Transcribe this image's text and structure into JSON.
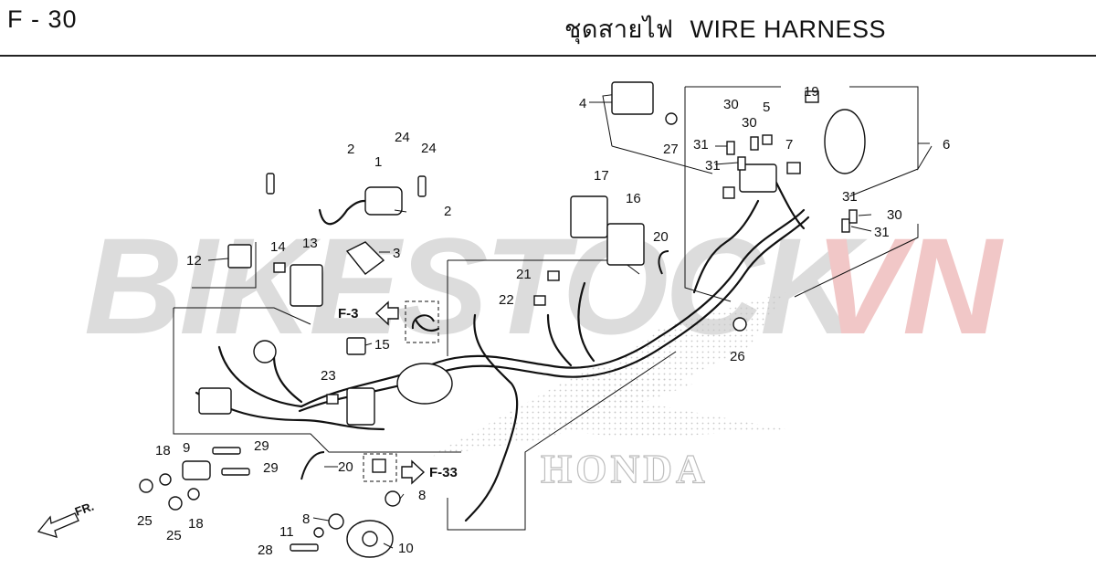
{
  "header": {
    "page_code": "F - 30",
    "title_thai": "ชุดสายไฟ",
    "title_en": "WIRE HARNESS"
  },
  "watermark": {
    "left": "BIKESTOCK",
    "right": "VN",
    "left_color": "#dcdcdc",
    "right_color": "#f1c7c7"
  },
  "brand_mark": "HONDA",
  "part_numbers": [
    "1",
    "2",
    "2",
    "3",
    "4",
    "5",
    "6",
    "7",
    "8",
    "8",
    "9",
    "10",
    "11",
    "12",
    "13",
    "14",
    "15",
    "16",
    "17",
    "18",
    "18",
    "19",
    "20",
    "20",
    "21",
    "22",
    "23",
    "24",
    "24",
    "25",
    "25",
    "26",
    "27",
    "28",
    "29",
    "29",
    "30",
    "30",
    "30",
    "31",
    "31",
    "31",
    "31"
  ],
  "references": {
    "f3": "F-3",
    "f33": "F-33"
  },
  "direction": "FR.",
  "colors": {
    "line": "#111111",
    "shade": "#bdbdbd"
  }
}
